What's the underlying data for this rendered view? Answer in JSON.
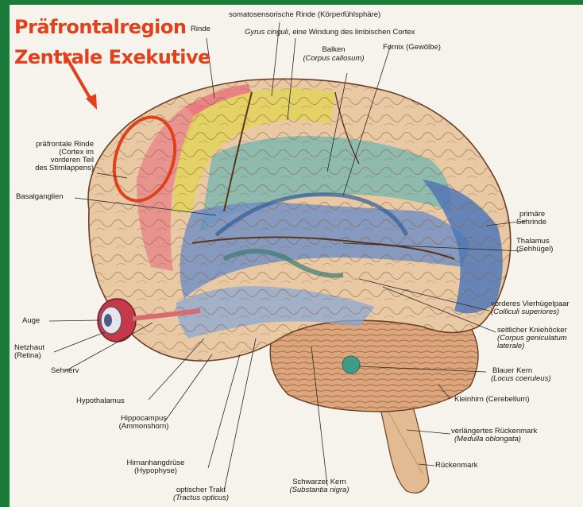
{
  "highlight": {
    "line1": "Präfrontalregion",
    "line2": "Zentrale Exekutive",
    "color": "#e0401c"
  },
  "labels": {
    "rinde_top": "Rinde",
    "somatosensorisch": "somatosensorische Rinde (Körperfühlsphäre)",
    "gyrus_cinguli": "Gyrus cinguli, eine Windung des limbischen Cortex",
    "balken": "Balken",
    "balken_latin": "(Corpus callosum)",
    "fornix": "Fornix (Gewölbe)",
    "praefrontal_1": "präfrontale Rinde",
    "praefrontal_2": "(Cortex im",
    "praefrontal_3": "vorderen Teil",
    "praefrontal_4": "des Stirnlappens)",
    "basalganglien": "Basalganglien",
    "primaere_1": "primäre",
    "primaere_2": "Sehrinde",
    "thalamus_1": "Thalamus",
    "thalamus_2": "(Sehhügel)",
    "auge": "Auge",
    "netzhaut_1": "Netzhaut",
    "netzhaut_2": "(Retina)",
    "vierhuegel_1": "vorderes Vierhügelpaar",
    "vierhuegel_2": "(Colliculi superiores)",
    "kniehoecker_1": "seitlicher Kniehöcker",
    "kniehoecker_2": "(Corpus geniculatum",
    "kniehoecker_3": "laterale)",
    "sehnerv": "Sehnerv",
    "blauer_kern_1": "Blauer Kern",
    "blauer_kern_2": "(Locus coeruleus)",
    "hypothalamus": "Hypothalamus",
    "kleinhirn": "Kleinhirn (Cerebellum)",
    "hippocampus_1": "Hippocampus",
    "hippocampus_2": "(Ammonshorn)",
    "rueckenmark_verl_1": "verlängertes Rückenmark",
    "rueckenmark_verl_2": "(Medulla oblongata)",
    "hirnanhang_1": "Hirnanhangdrüse",
    "hirnanhang_2": "(Hypophyse)",
    "rueckenmark": "Rückenmark",
    "schwarzer_1": "Schwarzer Kern",
    "schwarzer_2": "(Substantia nigra)",
    "optischer_1": "optischer Trakt",
    "optischer_2": "(Tractus opticus)"
  },
  "colors": {
    "frame": "#1a7a3a",
    "brain_base": "#e9c9a4",
    "frontal_pink": "#e98a8c",
    "yellow": "#e2d45a",
    "blue": "#6c8fc4",
    "teal": "#7fb8b0",
    "cerebellum": "#d9a47a"
  }
}
